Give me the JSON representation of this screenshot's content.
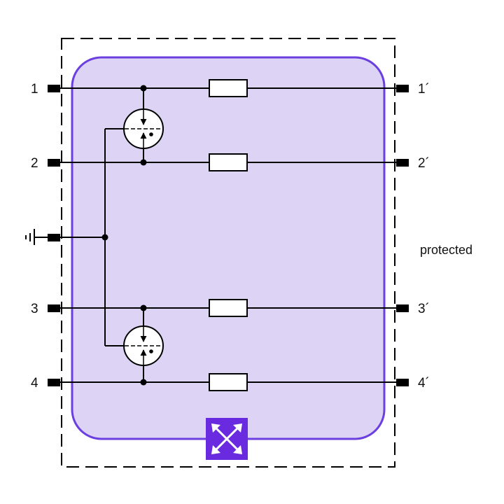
{
  "diagram": {
    "left_terminals": [
      "1",
      "2",
      "3",
      "4"
    ],
    "right_terminals": [
      "1´",
      "2´",
      "3´",
      "4´"
    ],
    "side_label": "protected",
    "colors": {
      "module_fill": "#dcd3f5",
      "module_border": "#6b3fe0",
      "line": "#000000",
      "accent_block": "#6a2be0"
    },
    "icons": {
      "ground": "ground-icon",
      "gas_discharge_tube": "gas-discharge-tube-icon",
      "resistor": "resistor-icon",
      "module_badge": "bidirectional-arrows-icon"
    }
  }
}
